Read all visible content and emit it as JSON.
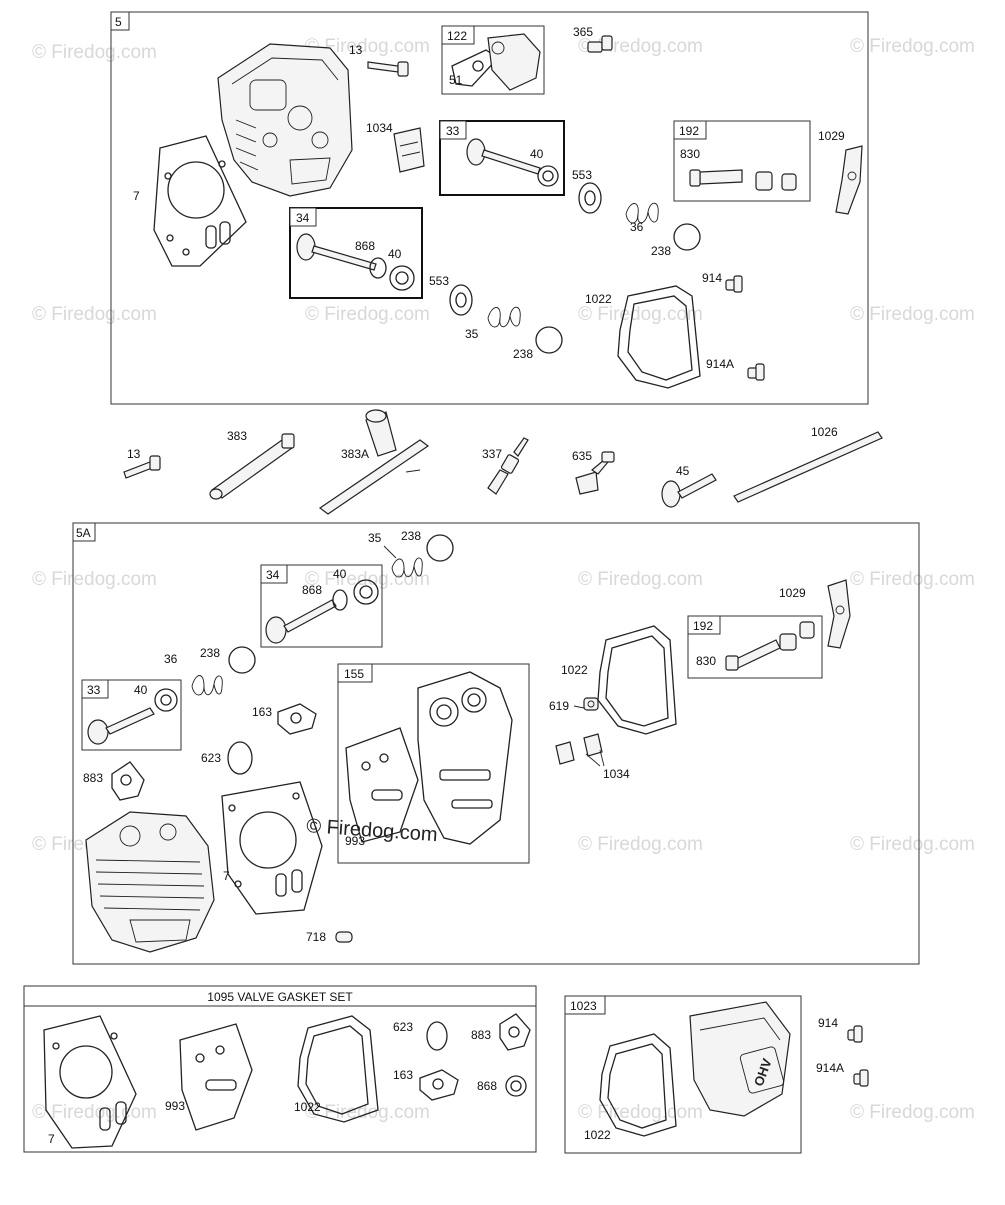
{
  "watermark": "© Firedog.com",
  "sections": {
    "s5": "5",
    "s5a": "5A",
    "gasket_set": "1095 VALVE GASKET SET",
    "cover": "1023"
  },
  "sub_boxes": {
    "b122": "122",
    "b33_top": "33",
    "b192_top": "192",
    "b34_top": "34",
    "b34_mid": "34",
    "b33_mid": "33",
    "b155": "155",
    "b192_mid": "192"
  },
  "labels": {
    "top": {
      "l13": "13",
      "l51": "51",
      "l365": "365",
      "l1034": "1034",
      "l40a": "40",
      "l830": "830",
      "l1029": "1029",
      "l7": "7",
      "l553a": "553",
      "l36": "36",
      "l238a": "238",
      "l868": "868",
      "l40b": "40",
      "l553b": "553",
      "l914": "914",
      "l1022": "1022",
      "l35": "35",
      "l238b": "238",
      "l914A": "914A"
    },
    "loose": {
      "l13": "13",
      "l383": "383",
      "l383A": "383A",
      "l337": "337",
      "l635": "635",
      "l45": "45",
      "l1026": "1026"
    },
    "mid": {
      "l35": "35",
      "l238a": "238",
      "l40a": "40",
      "l868": "868",
      "l1029": "1029",
      "l238b": "238",
      "l36": "36",
      "l1022": "1022",
      "l830": "830",
      "l40b": "40",
      "l163": "163",
      "l619": "619",
      "l623": "623",
      "l1034": "1034",
      "l883": "883",
      "l993": "993",
      "l7": "7",
      "l718": "718"
    },
    "gasket": {
      "l7": "7",
      "l993": "993",
      "l1022": "1022",
      "l623": "623",
      "l883": "883",
      "l163": "163",
      "l868": "868"
    },
    "cover": {
      "l1022": "1022",
      "l914": "914",
      "l914A": "914A",
      "ohv": "OHV"
    }
  }
}
